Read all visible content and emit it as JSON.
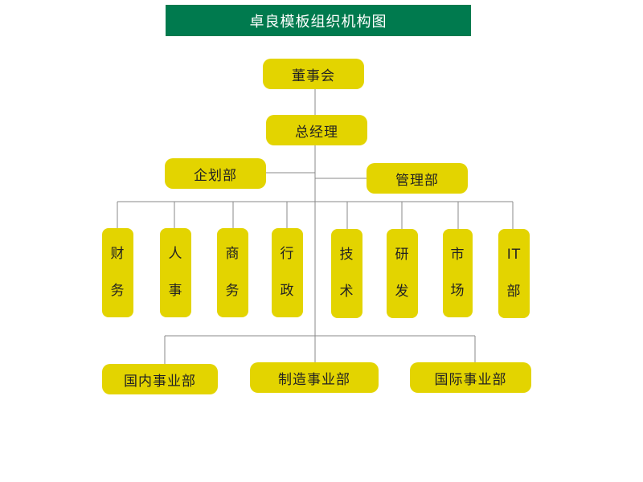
{
  "title": "卓良模板组织机构图",
  "nodes": {
    "board": "董事会",
    "gm": "总经理",
    "planning": "企划部",
    "management": "管理部",
    "departments": [
      {
        "c1": "财",
        "c2": "务"
      },
      {
        "c1": "人",
        "c2": "事"
      },
      {
        "c1": "商",
        "c2": "务"
      },
      {
        "c1": "行",
        "c2": "政"
      },
      {
        "c1": "技",
        "c2": "术"
      },
      {
        "c1": "研",
        "c2": "发"
      },
      {
        "c1": "市",
        "c2": "场"
      },
      {
        "c1": "IT",
        "c2": "部"
      }
    ],
    "divisions": [
      "国内事业部",
      "制造事业部",
      "国际事业部"
    ]
  },
  "colors": {
    "title_bg": "#007a4e",
    "node_bg": "#e3d400",
    "line": "#888888"
  }
}
